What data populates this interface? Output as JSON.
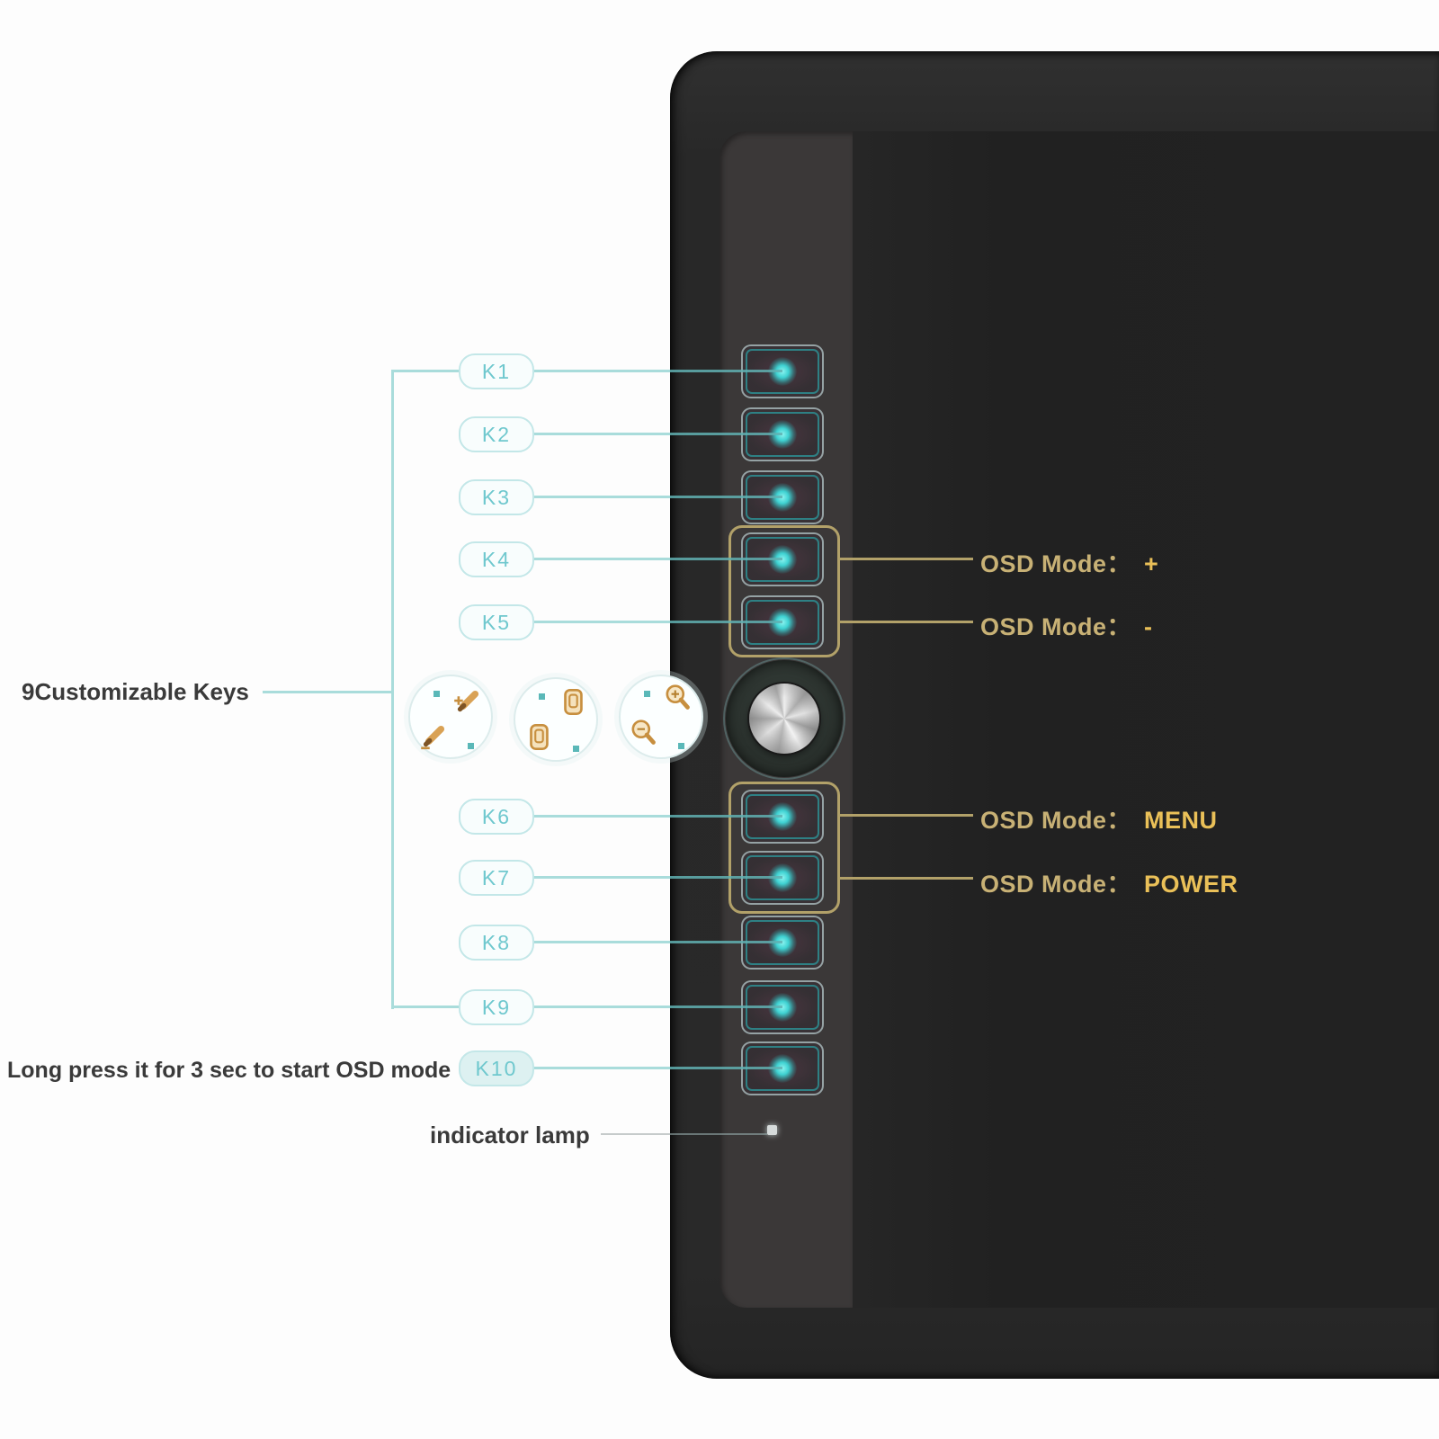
{
  "labels": {
    "customizable_keys": "9Customizable Keys",
    "long_press": "Long press it for 3 sec to start OSD mode",
    "indicator_lamp": "indicator lamp"
  },
  "keys": [
    {
      "label": "K1"
    },
    {
      "label": "K2"
    },
    {
      "label": "K3"
    },
    {
      "label": "K4"
    },
    {
      "label": "K5"
    },
    {
      "label": "K6"
    },
    {
      "label": "K7"
    },
    {
      "label": "K8"
    },
    {
      "label": "K9"
    },
    {
      "label": "K10"
    }
  ],
  "osd_annotations": [
    {
      "label": "OSD Mode：",
      "value": "+"
    },
    {
      "label": "OSD Mode：",
      "value": "-"
    },
    {
      "label": "OSD Mode：",
      "value": "MENU"
    },
    {
      "label": "OSD Mode：",
      "value": "POWER"
    }
  ],
  "icon_legend": [
    {
      "name": "brush-size-keys",
      "icons": [
        "brush-increase",
        "brush-decrease"
      ]
    },
    {
      "name": "page-scroll-keys",
      "icons": [
        "page-up",
        "page-down"
      ]
    },
    {
      "name": "zoom-keys",
      "icons": [
        "zoom-in",
        "zoom-out"
      ]
    }
  ],
  "colors": {
    "cyan_line": "#a9dcdb",
    "cyan_text": "#6fc8ce",
    "gold": "#b2a169",
    "gold_value": "#eac058",
    "button_dot": "#3fd2d2",
    "label_text": "#3a3a3a",
    "icon_orange": "#c78f3f"
  }
}
